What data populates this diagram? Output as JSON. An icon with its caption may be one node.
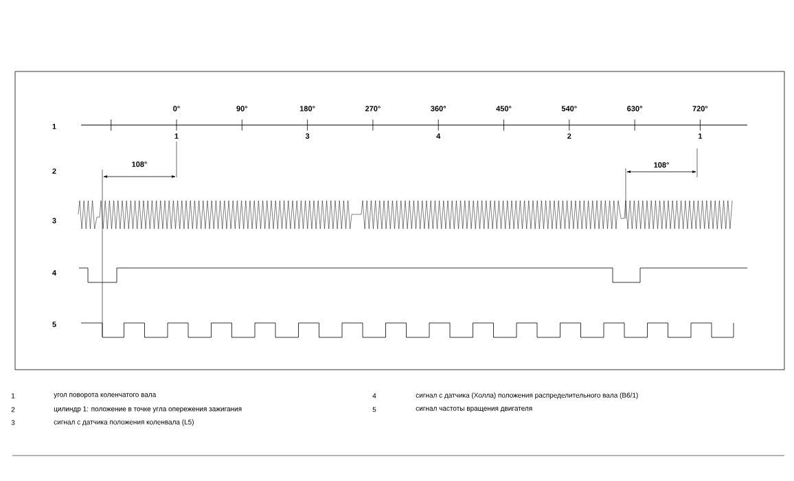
{
  "diagram": {
    "labels": [
      "0°",
      "90°",
      "180°",
      "270°",
      "360°",
      "450°",
      "540°",
      "630°",
      "720°",
      "1",
      "1",
      "3",
      "4",
      "2",
      "1",
      "2",
      "108°",
      "108°",
      "3",
      "4",
      "5",
      "1",
      "угол поворота коленчатого вала",
      "4",
      "сигнал с датчика (Холла) положения распределительного вала (B6/1)",
      "2",
      "цилиндр 1: положение в точке угла опережения зажигания",
      "5",
      "сигнал частоты вращения двигателя",
      "3",
      "сигнал с датчика положения коленвала (L5)"
    ]
  }
}
